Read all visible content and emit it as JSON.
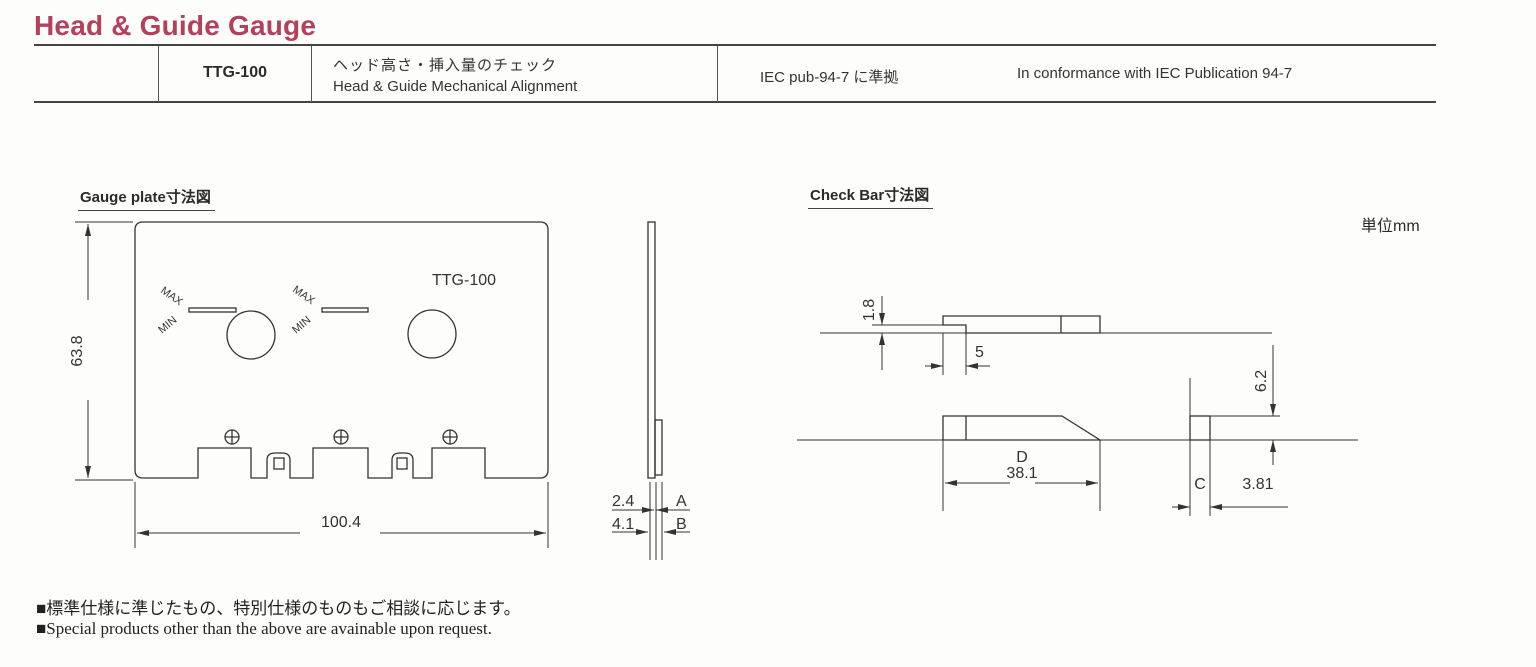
{
  "header": {
    "title": "Head & Guide Gauge",
    "model": "TTG-100",
    "description_ja": "ヘッド高さ・挿入量のチェック",
    "description_en": "Head & Guide Mechanical Alignment",
    "standard_ja": "IEC pub-94-7 に準拠",
    "standard_en": "In conformance with IEC Publication 94-7"
  },
  "gauge_plate": {
    "title": "Gauge plate寸法図",
    "plate_label": "TTG-100",
    "max_label": "MAX",
    "min_label": "MIN",
    "height_dim": "63.8",
    "width_dim": "100.4",
    "thickness_a_dim": "2.4",
    "thickness_a_label": "A",
    "thickness_b_dim": "4.1",
    "thickness_b_label": "B"
  },
  "check_bar": {
    "title": "Check Bar寸法図",
    "unit": "単位mm",
    "step_height_dim": "1.8",
    "step_length_dim": "5",
    "length_label": "D",
    "length_dim": "38.1",
    "width_label": "C",
    "width_dim": "3.81",
    "height_dim": "6.2"
  },
  "footnotes": {
    "ja": "■標準仕様に準じたもの、特別仕様のものもご相談に応じます。",
    "en": "■Special products other than the above are avainable upon request."
  },
  "colors": {
    "title": "#b5405c",
    "line": "#333333"
  }
}
